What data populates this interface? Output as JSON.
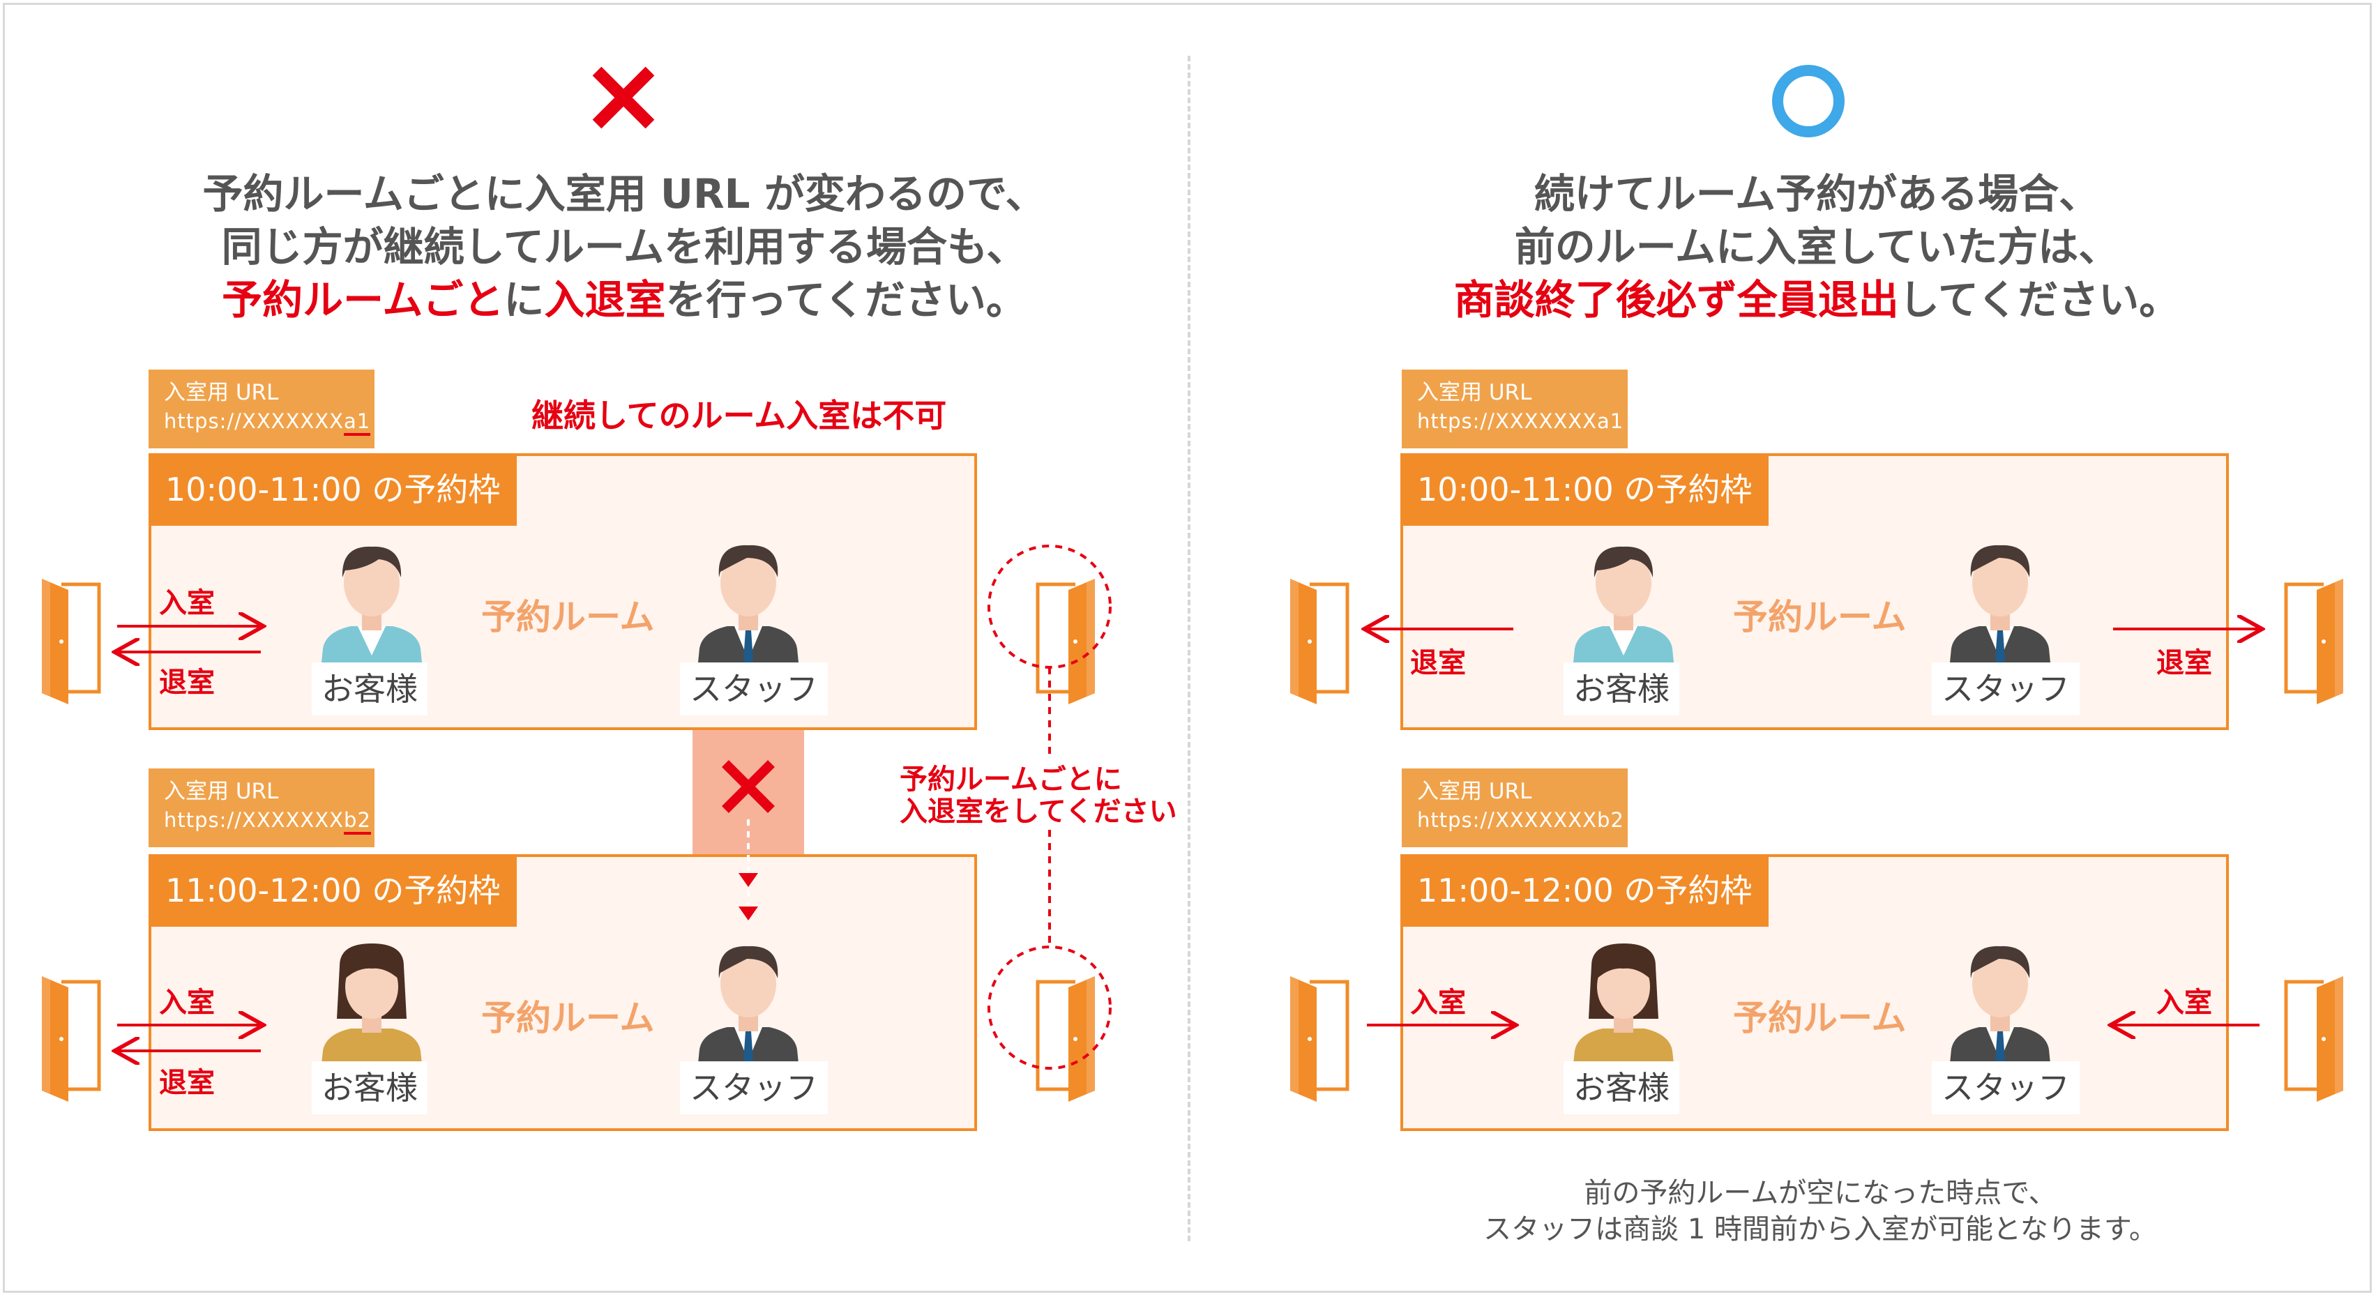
{
  "left": {
    "mark": "✕",
    "heading": {
      "line1": "予約ルームごとに入室用 URL が変わるので、",
      "line2": "同じ方が継続してルームを利用する場合も、",
      "line3_red_a": "予約ルームごと",
      "line3_b": "に",
      "line3_red_c": "入退室",
      "line3_d": "を行ってください。"
    },
    "not_allowed_note": "継続してのルーム入室は不可",
    "side_note_1": "予約ルームごとに",
    "side_note_2": "入退室をしてください",
    "room1": {
      "url_label": "入室用 URL",
      "url_prefix": "https://XXXXXXX",
      "url_suffix": "a1",
      "slot": "10:00-11:00 の予約枠",
      "room_label": "予約ルーム",
      "enter": "入室",
      "exit": "退室",
      "guest": "お客様",
      "staff": "スタッフ"
    },
    "room2": {
      "url_label": "入室用 URL",
      "url_prefix": "https://XXXXXXX",
      "url_suffix": "b2",
      "slot": "11:00-12:00 の予約枠",
      "room_label": "予約ルーム",
      "enter": "入室",
      "exit": "退室",
      "guest": "お客様",
      "staff": "スタッフ"
    }
  },
  "right": {
    "mark": "○",
    "heading": {
      "line1": "続けてルーム予約がある場合、",
      "line2": "前のルームに入室していた方は、",
      "line3_red": "商談終了後必ず全員退出",
      "line3_rest": "してください。"
    },
    "room1": {
      "url_label": "入室用 URL",
      "url": "https://XXXXXXXa1",
      "slot": "10:00-11:00 の予約枠",
      "room_label": "予約ルーム",
      "exit_left": "退室",
      "exit_right": "退室",
      "guest": "お客様",
      "staff": "スタッフ"
    },
    "room2": {
      "url_label": "入室用 URL",
      "url": "https://XXXXXXXb2",
      "slot": "11:00-12:00 の予約枠",
      "room_label": "予約ルーム",
      "enter_left": "入室",
      "enter_right": "入室",
      "guest": "お客様",
      "staff": "スタッフ"
    },
    "footnote_1": "前の予約ルームが空になった時点で、",
    "footnote_2": "スタッフは商談 1 時間前から入室が可能となります。"
  },
  "colors": {
    "accent_red": "#e60012",
    "orange": "#f28c28",
    "url_box": "#f0a24a",
    "room_bg": "#fff4ee",
    "circle_blue": "#3ea8e8"
  }
}
